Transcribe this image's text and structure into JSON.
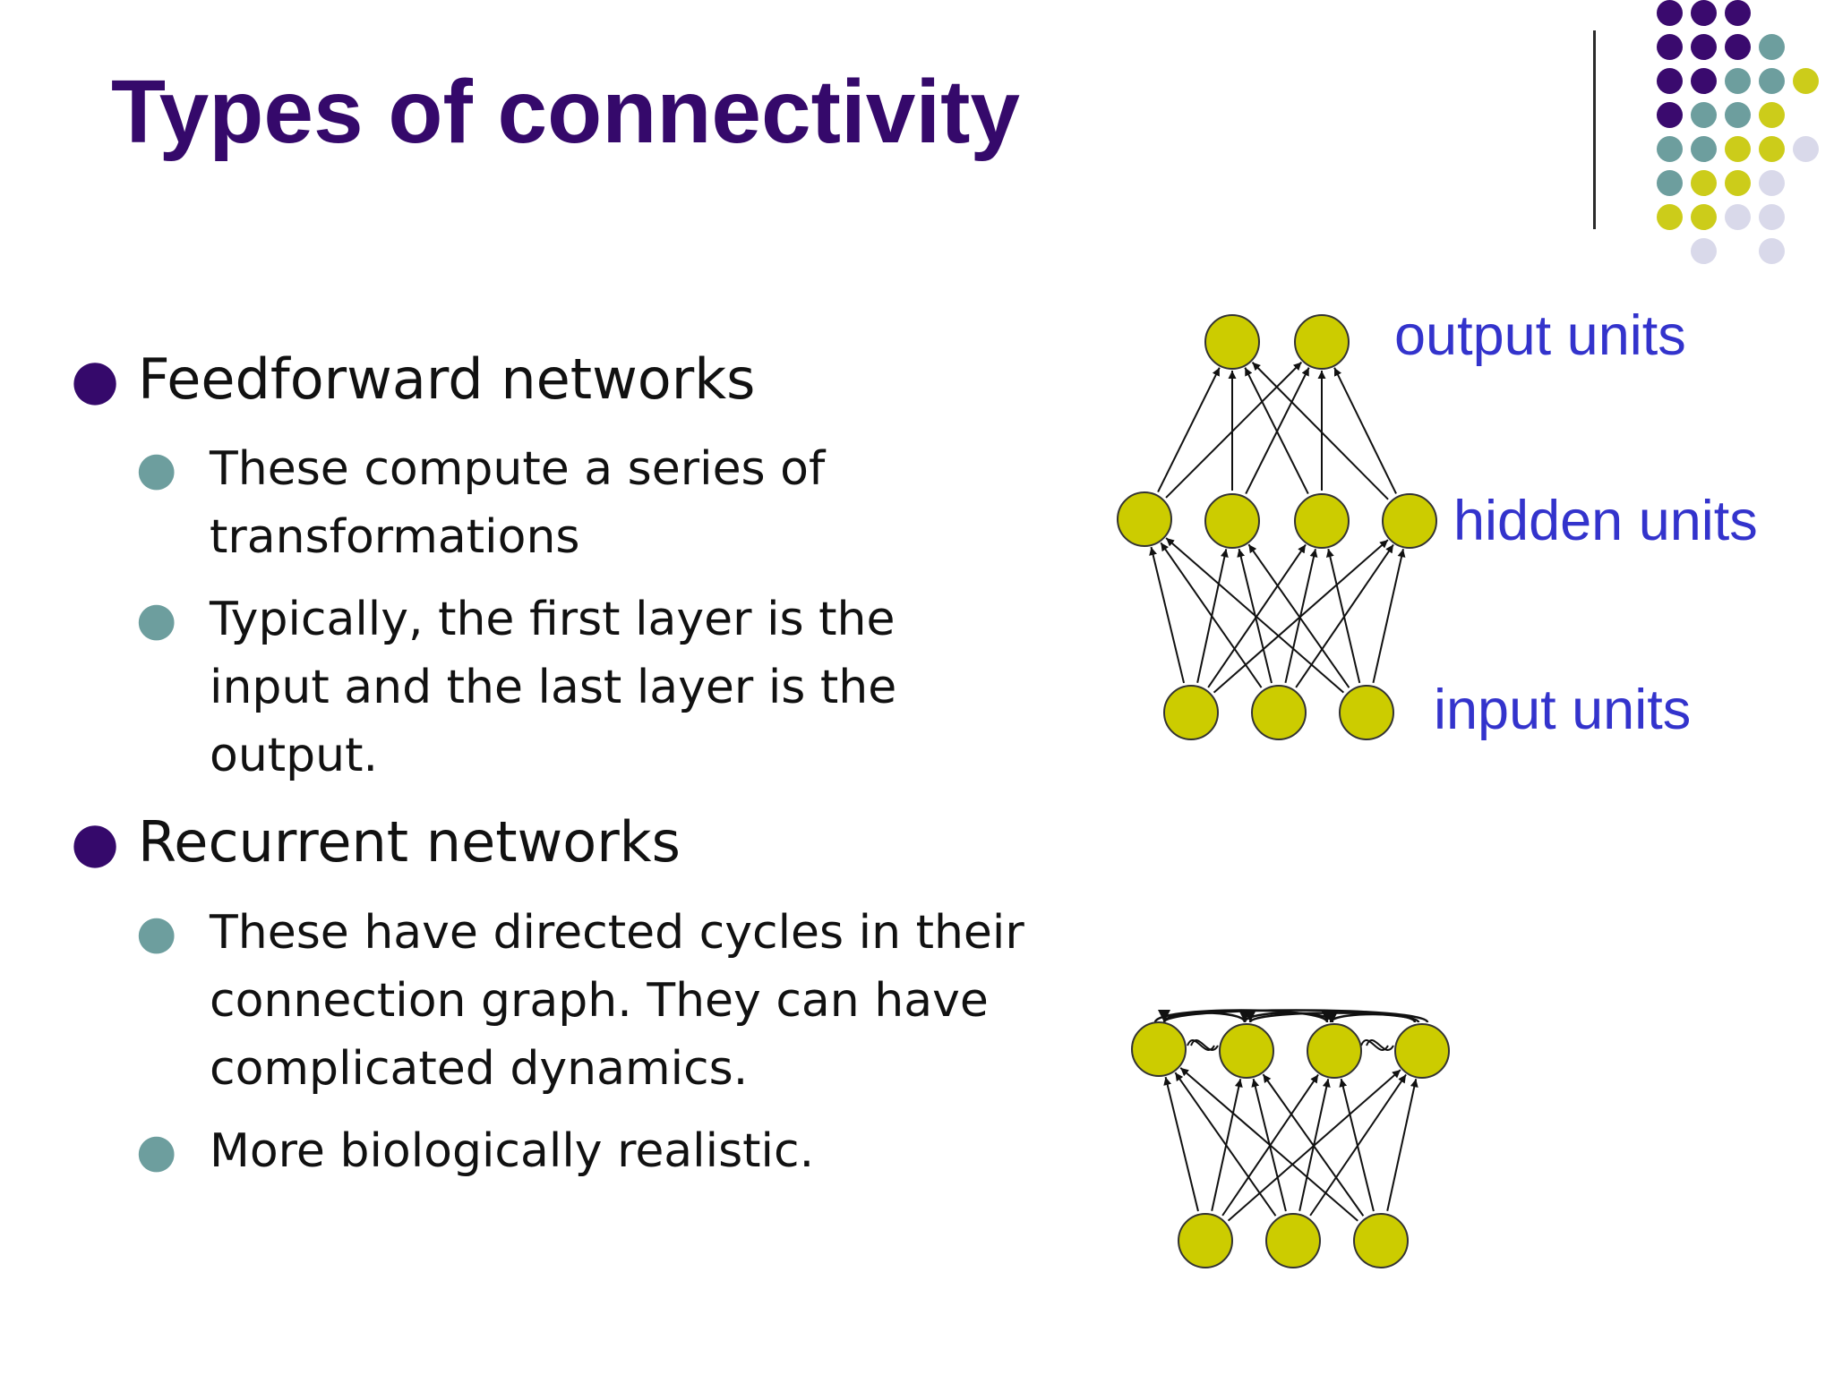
{
  "slide": {
    "title": "Types of connectivity"
  },
  "bullets": [
    {
      "text": "Feedforward networks",
      "sub": [
        {
          "lines": [
            "These compute a series of",
            "transformations"
          ]
        },
        {
          "lines": [
            "Typically, the first layer is the",
            "input and the last layer is the",
            "output."
          ]
        }
      ]
    },
    {
      "text": "Recurrent networks",
      "sub": [
        {
          "lines": [
            "These have directed cycles in their",
            "connection graph. They can have",
            "complicated dynamics."
          ]
        },
        {
          "lines": [
            "More biologically realistic."
          ]
        }
      ]
    }
  ],
  "feedforward_diagram": {
    "labels": {
      "output": "output units",
      "hidden": "hidden units",
      "input": "input units"
    },
    "layers": {
      "output": 2,
      "hidden": 4,
      "input": 3
    }
  },
  "recurrent_diagram": {
    "layers": {
      "recurrent": 4,
      "input": 3
    }
  },
  "colors": {
    "title": "#35096b",
    "bullet_main": "#35096b",
    "bullet_sub": "#6d9e9e",
    "label": "#3333cc",
    "node_fill": "#cccc00",
    "node_stroke": "#333333",
    "decor_purple": "#3a0a6e",
    "decor_teal": "#6d9e9e",
    "decor_olive": "#cccc1a",
    "decor_lavender": "#d9d9ea"
  }
}
